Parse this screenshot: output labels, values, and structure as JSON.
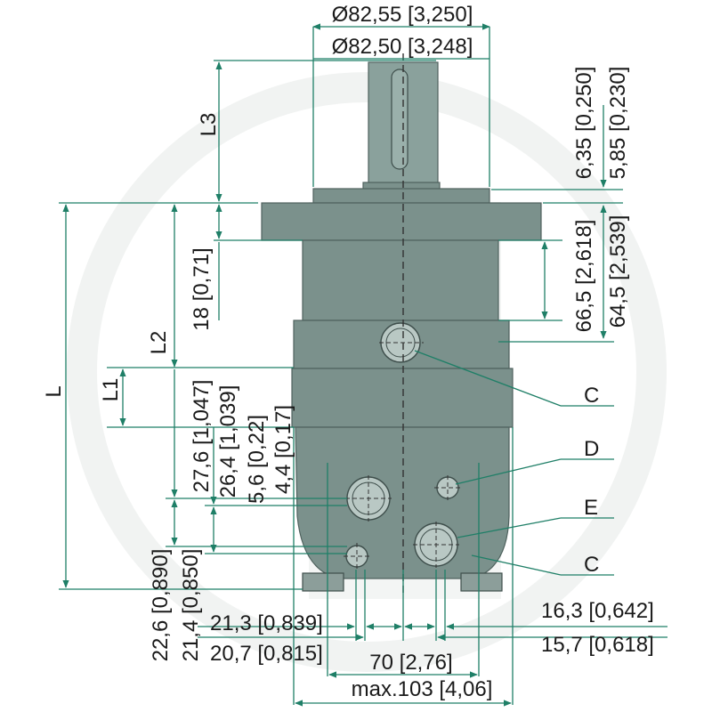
{
  "labels": {
    "top_diam_1": "Ø82,55 [3,250]",
    "top_diam_2": "Ø82,50 [3,248]",
    "L3": "L3",
    "L2": "L2",
    "L1": "L1",
    "L": "L",
    "flange_1": "6,35 [0,250]",
    "flange_2": "5,85 [0,230]",
    "pilot_1": "66,5 [2,618]",
    "pilot_2": "64,5 [2,539]",
    "d18": "18 [0,71]",
    "d27_6": "27,6 [1,047]",
    "d26_4": "26,4 [1,039]",
    "d5_6": "5,6 [0,22]",
    "d4_4": "4,4 [0,17]",
    "d22_6": "22,6 [0,890]",
    "d21_4": "21,4 [0,850]",
    "d21_3": "21,3 [0,839]",
    "d20_7": "20,7 [0,815]",
    "d16_3": "16,3 [0,642]",
    "d15_7": "15,7 [0,618]",
    "d70": "70 [2,76]",
    "dmax": "max.103 [4,06]",
    "port_C1": "C",
    "port_D": "D",
    "port_E": "E",
    "port_C2": "C"
  },
  "colors": {
    "dimension_lines": "#1f7f67",
    "body": "#7b918c",
    "outline": "#4f625e"
  }
}
